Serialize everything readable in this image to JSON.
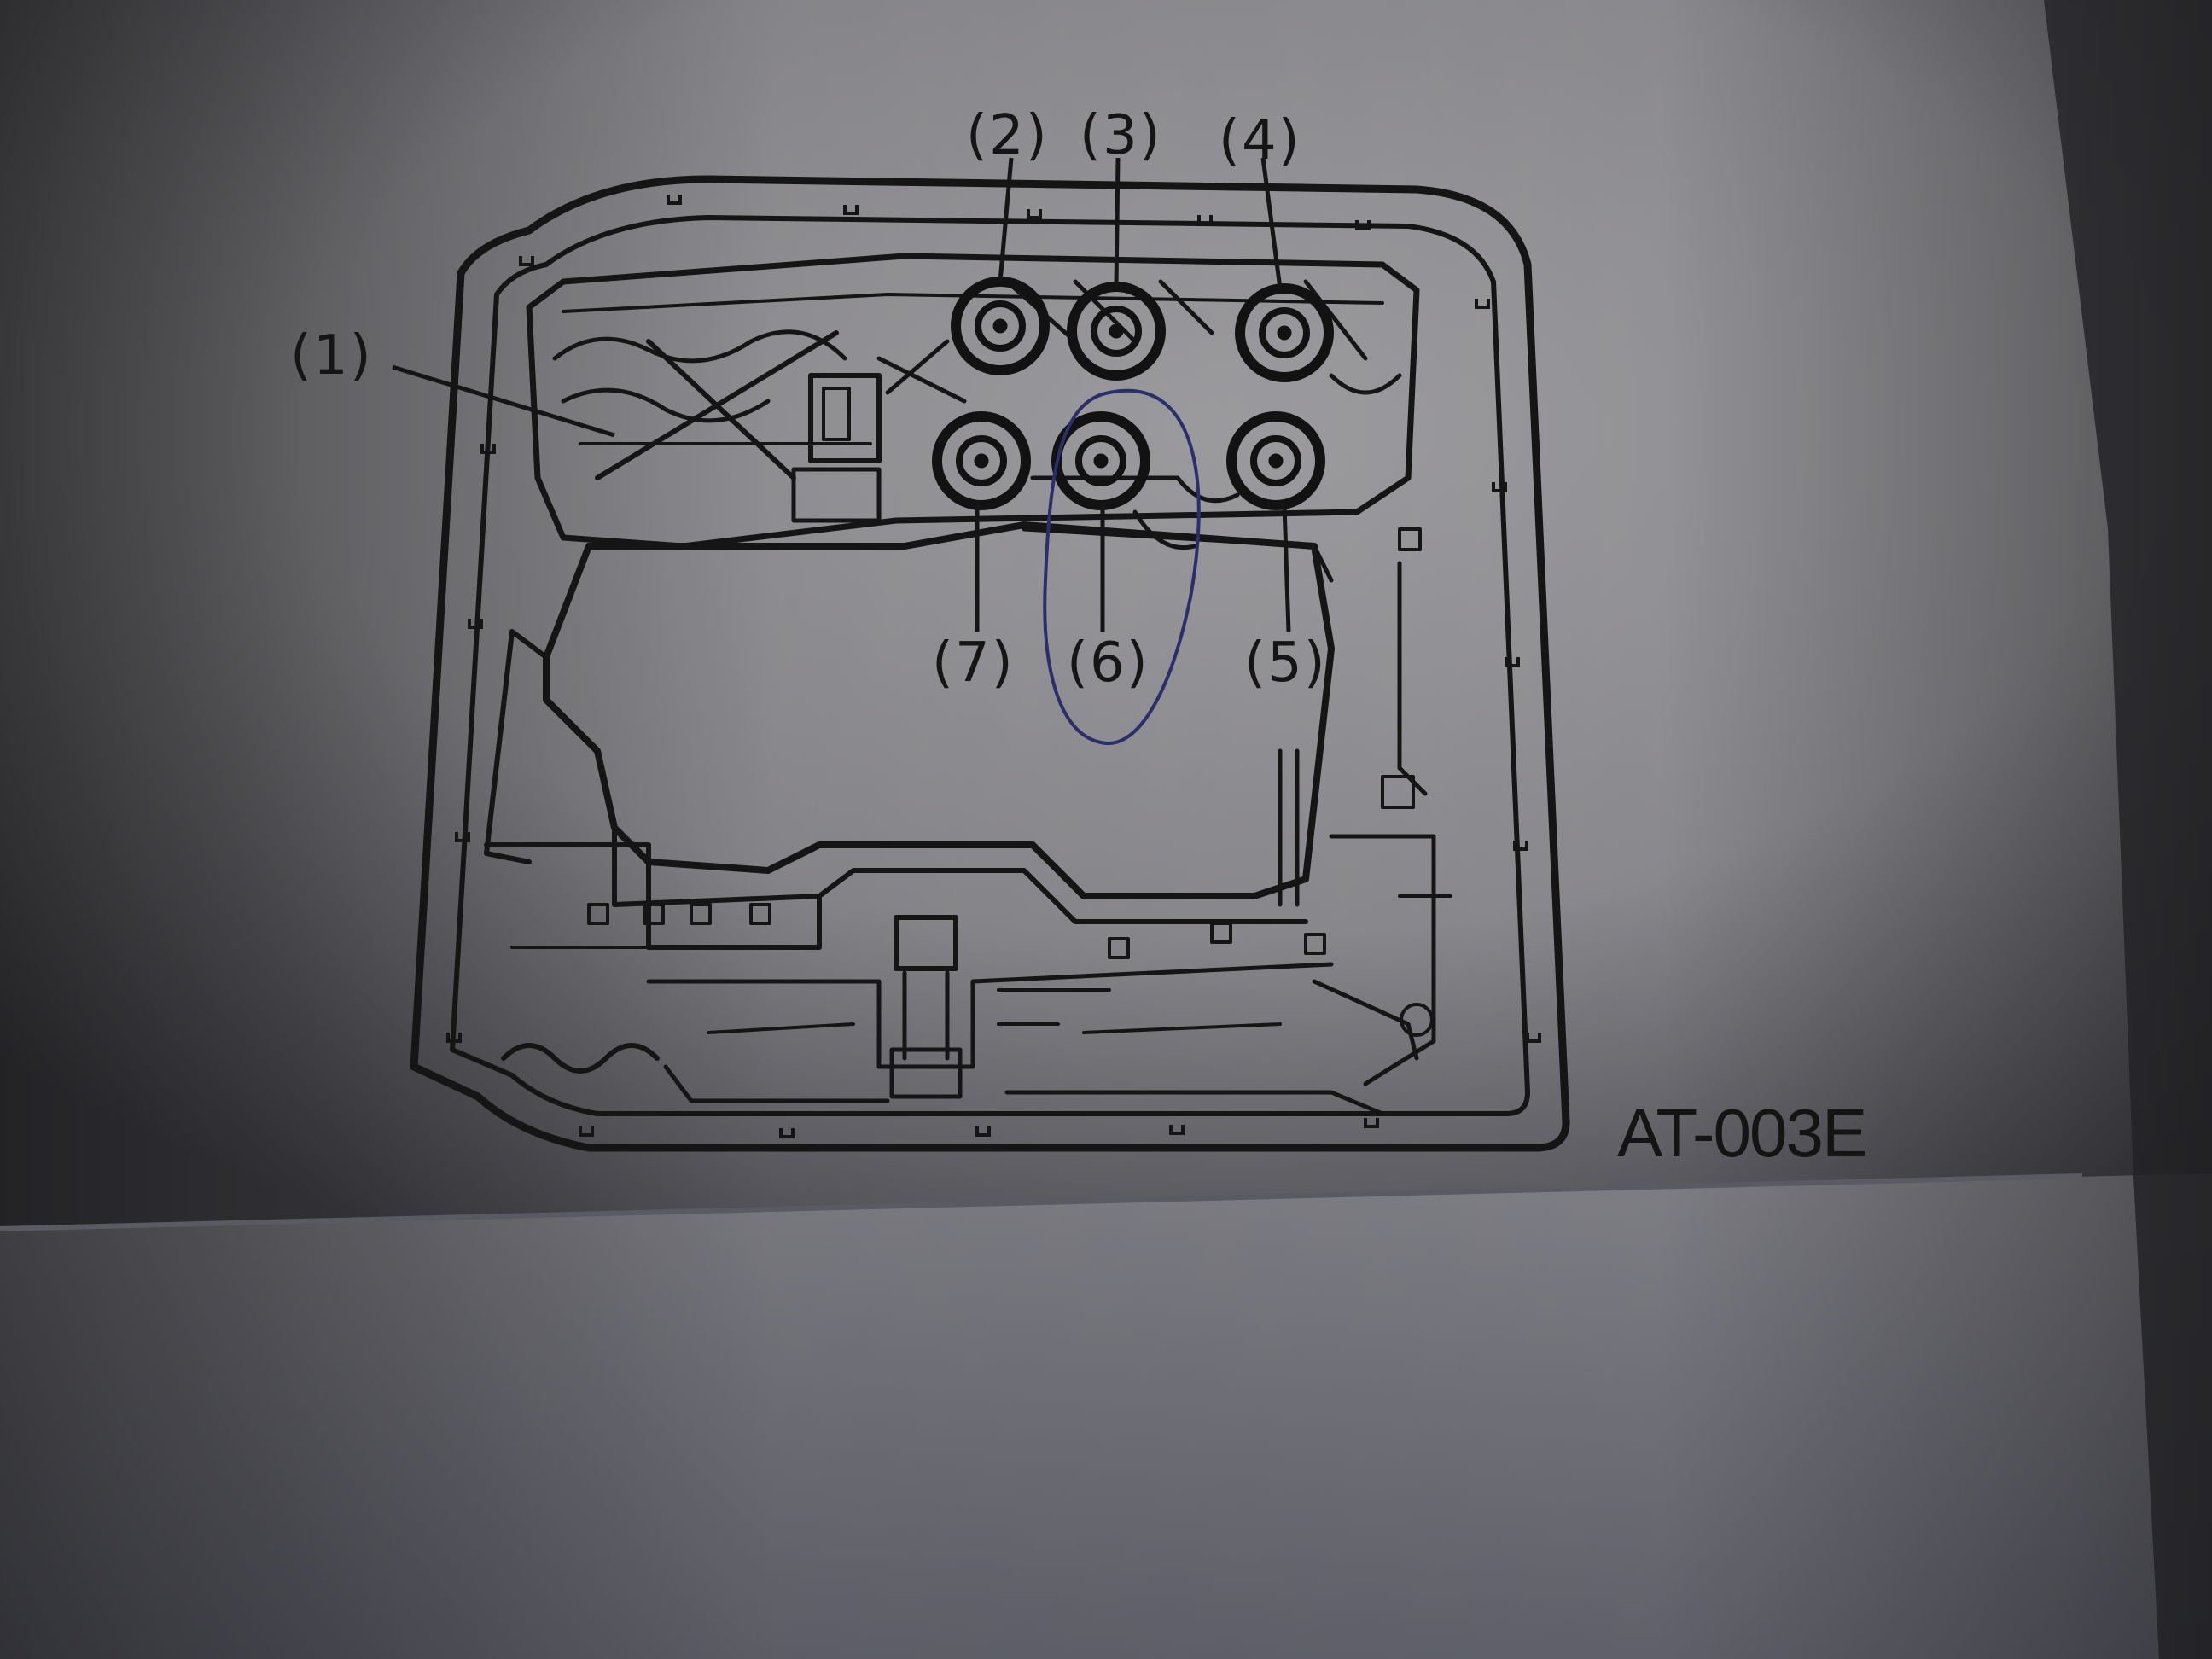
{
  "diagram": {
    "callouts": [
      "(1)",
      "(2)",
      "(3)",
      "(4)",
      "(5)",
      "(6)",
      "(7)"
    ],
    "figure_code": "AT-003E",
    "circled_callout": "(6)"
  },
  "colors": {
    "background": "#1f1f22",
    "paper": "#9a999c",
    "line_art": "#151515",
    "pen_circle": "#2a2e6b"
  },
  "icons": {
    "solenoid": "solenoid-icon",
    "bolt": "bolt-icon"
  }
}
